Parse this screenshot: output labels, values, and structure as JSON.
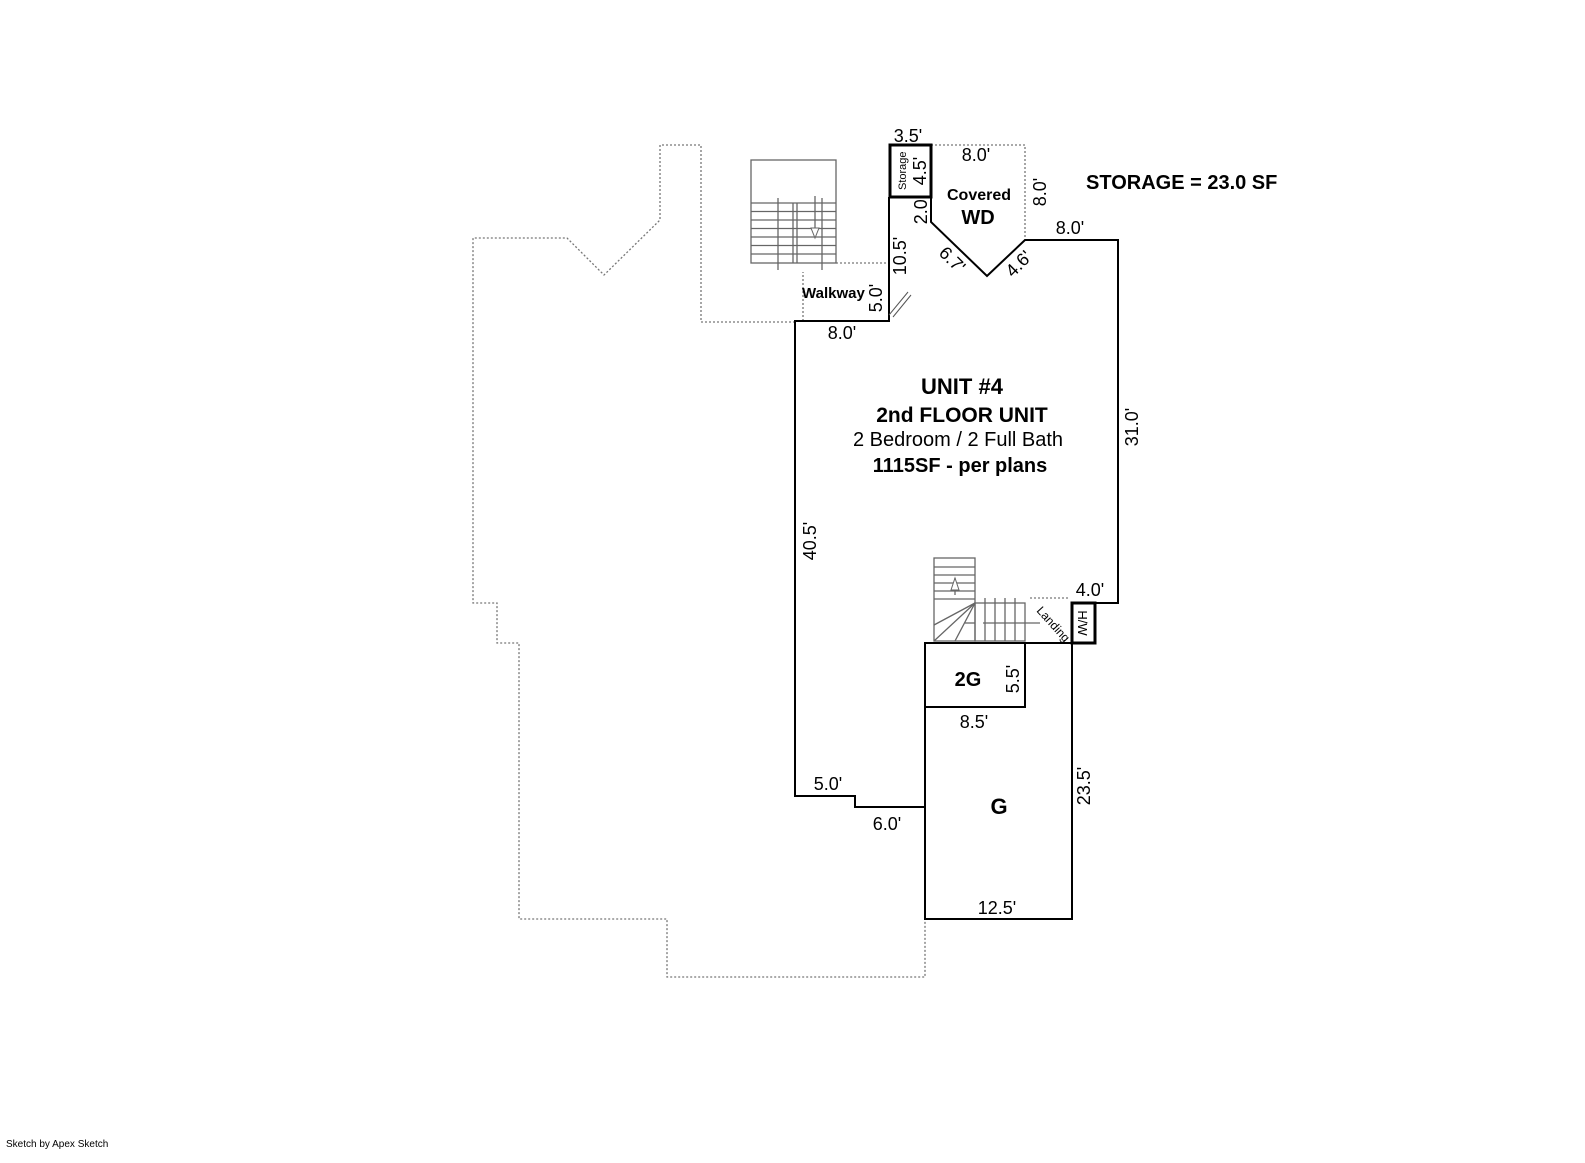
{
  "title_note": "STORAGE = 23.0 SF",
  "unit": {
    "name": "UNIT #4",
    "floor": "2nd FLOOR UNIT",
    "rooms": "2 Bedroom / 2 Full Bath",
    "area": "1115SF - per plans"
  },
  "labels": {
    "storage": "Storage",
    "covered": "Covered",
    "wd": "WD",
    "walkway": "Walkway",
    "landing": "Landing",
    "hw": "H/W",
    "garage2": "2G",
    "garage": "G"
  },
  "dimensions": {
    "storage_top": "3.5'",
    "storage_side": "4.5'",
    "wd_top": "8.0'",
    "wd_right": "8.0'",
    "wd_short": "2.0'",
    "wd_diag1": "6.7'",
    "wd_diag2": "4.6'",
    "top_right": "8.0'",
    "left_upper": "10.5'",
    "walkway_side": "5.0'",
    "walkway_bottom": "8.0'",
    "right": "31.0'",
    "left": "40.5'",
    "hw_top": "4.0'",
    "g2_side": "5.5'",
    "g2_bottom": "8.5'",
    "step_top": "5.0'",
    "step_bottom": "6.0'",
    "g_side": "23.5'",
    "g_bottom": "12.5'"
  },
  "footer": "Sketch by Apex Sketch"
}
